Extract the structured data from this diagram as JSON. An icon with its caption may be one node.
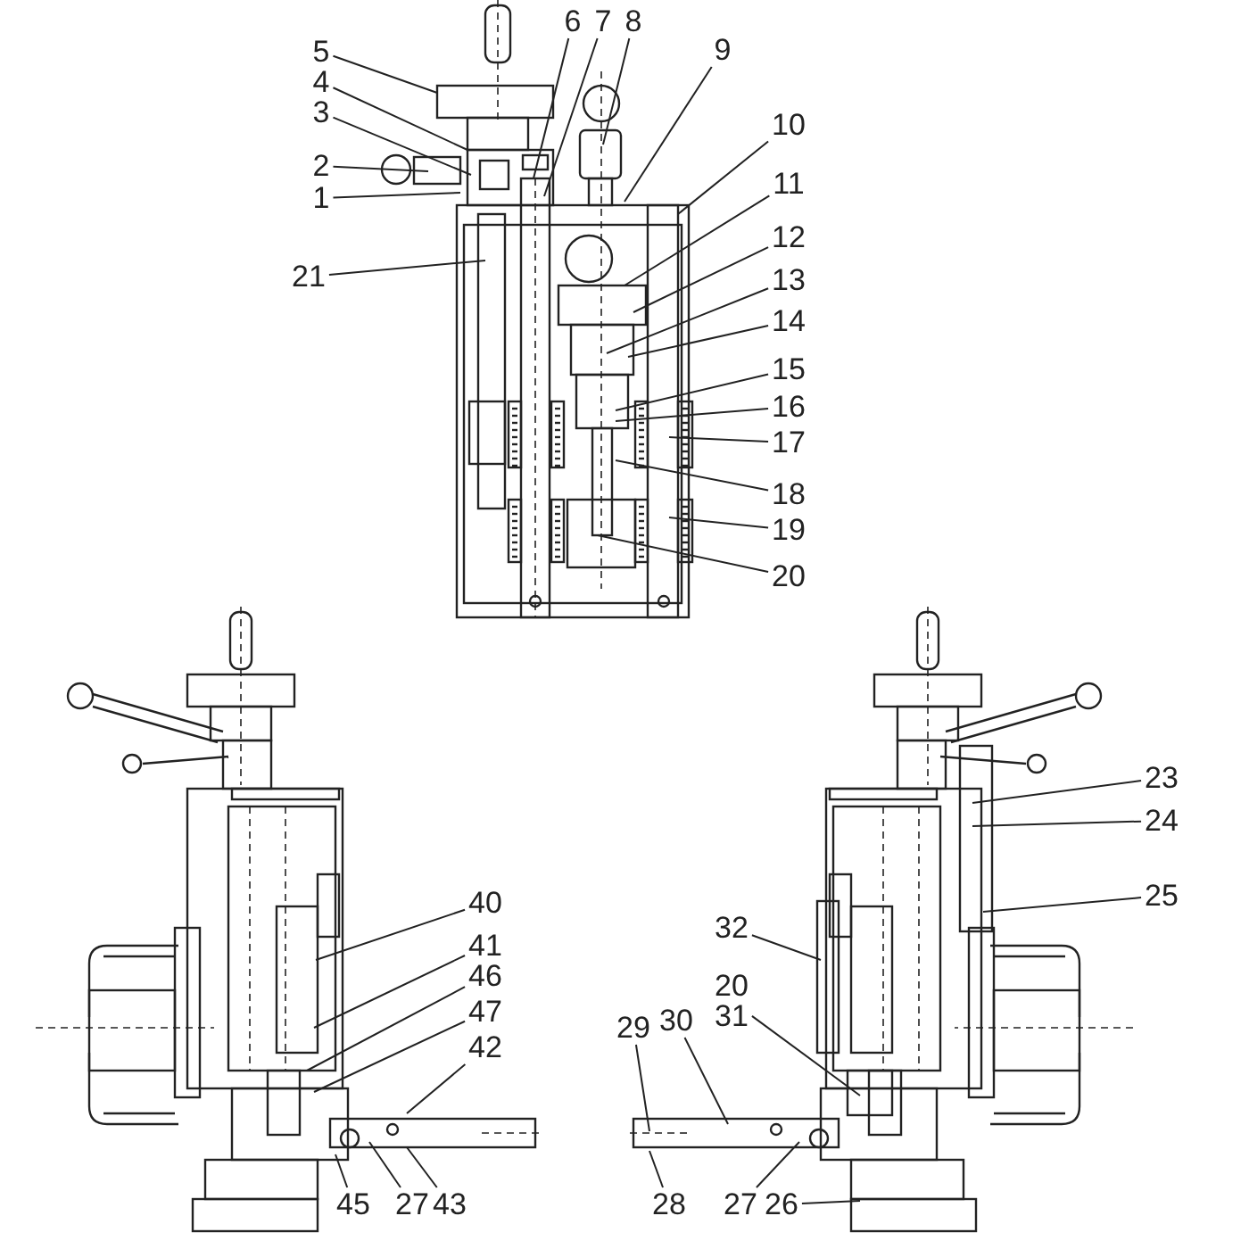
{
  "diagram": {
    "nodes": [
      {
        "text": [
          "5"
        ]
      },
      {
        "text": [
          "4"
        ]
      },
      {
        "text": [
          "3"
        ]
      },
      {
        "text": [
          "2"
        ]
      },
      {
        "text": [
          "1"
        ]
      },
      {
        "text": [
          "21"
        ]
      },
      {
        "text": [
          "6"
        ]
      },
      {
        "text": [
          "7"
        ]
      },
      {
        "text": [
          "8"
        ]
      },
      {
        "text": [
          "9"
        ]
      },
      {
        "text": [
          "10"
        ]
      },
      {
        "text": [
          "11"
        ]
      },
      {
        "text": [
          "12"
        ]
      },
      {
        "text": [
          "13"
        ]
      },
      {
        "text": [
          "14"
        ]
      },
      {
        "text": [
          "15"
        ]
      },
      {
        "text": [
          "16"
        ]
      },
      {
        "text": [
          "17"
        ]
      },
      {
        "text": [
          "18"
        ]
      },
      {
        "text": [
          "19"
        ]
      },
      {
        "text": [
          "20"
        ]
      },
      {
        "text": [
          "40"
        ]
      },
      {
        "text": [
          "41"
        ]
      },
      {
        "text": [
          "46"
        ]
      },
      {
        "text": [
          "47"
        ]
      },
      {
        "text": [
          "42"
        ]
      },
      {
        "text": [
          "45"
        ]
      },
      {
        "text": [
          "27"
        ]
      },
      {
        "text": [
          "43"
        ]
      },
      {
        "text": [
          "23"
        ]
      },
      {
        "text": [
          "24"
        ]
      },
      {
        "text": [
          "25"
        ]
      },
      {
        "text": [
          "32"
        ]
      },
      {
        "text": [
          "20",
          "31"
        ]
      },
      {
        "text": [
          "29"
        ]
      },
      {
        "text": [
          "30"
        ]
      },
      {
        "text": [
          "28"
        ]
      },
      {
        "text": [
          "27"
        ]
      },
      {
        "text": [
          "26"
        ]
      }
    ],
    "edges": [
      {
        "from": 0,
        "to": null,
        "arrow": "none"
      },
      {
        "from": 1,
        "to": null,
        "arrow": "none"
      },
      {
        "from": 2,
        "to": null,
        "arrow": "none"
      },
      {
        "from": 3,
        "to": null,
        "arrow": "none"
      },
      {
        "from": 4,
        "to": null,
        "arrow": "none"
      },
      {
        "from": 5,
        "to": null,
        "arrow": "none"
      },
      {
        "from": 6,
        "to": null,
        "arrow": "none"
      },
      {
        "from": 7,
        "to": null,
        "arrow": "none"
      },
      {
        "from": 8,
        "to": null,
        "arrow": "none"
      },
      {
        "from": 9,
        "to": null,
        "arrow": "none"
      },
      {
        "from": 10,
        "to": null,
        "arrow": "none"
      },
      {
        "from": 11,
        "to": null,
        "arrow": "none"
      },
      {
        "from": 12,
        "to": null,
        "arrow": "none"
      },
      {
        "from": 13,
        "to": null,
        "arrow": "none"
      },
      {
        "from": 14,
        "to": null,
        "arrow": "none"
      },
      {
        "from": 15,
        "to": null,
        "arrow": "none"
      },
      {
        "from": 16,
        "to": null,
        "arrow": "none"
      },
      {
        "from": 17,
        "to": null,
        "arrow": "none"
      },
      {
        "from": 18,
        "to": null,
        "arrow": "none"
      },
      {
        "from": 19,
        "to": null,
        "arrow": "none"
      },
      {
        "from": 20,
        "to": null,
        "arrow": "none"
      },
      {
        "from": 21,
        "to": null,
        "arrow": "none"
      },
      {
        "from": 22,
        "to": null,
        "arrow": "none"
      },
      {
        "from": 23,
        "to": null,
        "arrow": "none"
      },
      {
        "from": 24,
        "to": null,
        "arrow": "none"
      },
      {
        "from": 25,
        "to": null,
        "arrow": "none"
      },
      {
        "from": 26,
        "to": null,
        "arrow": "none"
      },
      {
        "from": 27,
        "to": null,
        "arrow": "none"
      },
      {
        "from": 28,
        "to": null,
        "arrow": "none"
      },
      {
        "from": 29,
        "to": null,
        "arrow": "none"
      },
      {
        "from": 30,
        "to": null,
        "arrow": "none"
      },
      {
        "from": 31,
        "to": null,
        "arrow": "none"
      },
      {
        "from": 32,
        "to": null,
        "arrow": "none"
      },
      {
        "from": 33,
        "to": null,
        "arrow": "none"
      },
      {
        "from": 34,
        "to": null,
        "arrow": "none"
      },
      {
        "from": 35,
        "to": null,
        "arrow": "none"
      },
      {
        "from": 36,
        "to": null,
        "arrow": "none"
      },
      {
        "from": 37,
        "to": null,
        "arrow": "none"
      },
      {
        "from": 38,
        "to": null,
        "arrow": "none"
      }
    ]
  }
}
